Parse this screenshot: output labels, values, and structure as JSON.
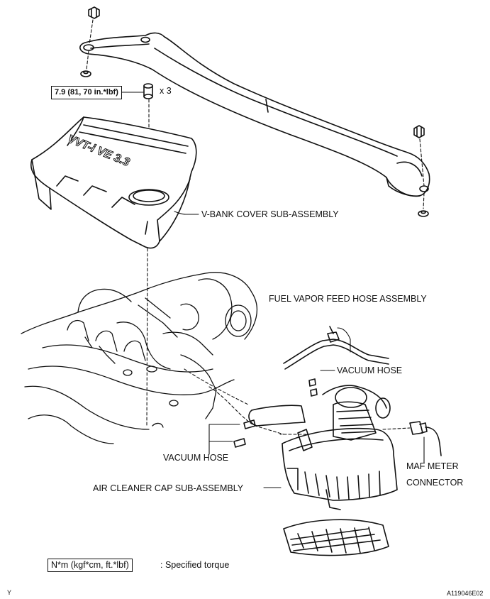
{
  "labels": {
    "torque_box": "7.9 (81, 70 in.*lbf)",
    "qty": "x 3",
    "v_bank_cover": "V-BANK COVER SUB-ASSEMBLY",
    "fuel_vapor_hose": "FUEL VAPOR FEED HOSE ASSEMBLY",
    "vacuum_hose_upper": "VACUUM HOSE",
    "vacuum_hose_lower": "VACUUM HOSE",
    "maf_meter_line1": "MAF METER",
    "maf_meter_line2": "CONNECTOR",
    "air_cleaner_cap": "AIR CLEANER CAP SUB-ASSEMBLY",
    "cover_emblem": "VVT-i VE 3.3"
  },
  "legend": {
    "unit_box": "N*m (kgf*cm, ft.*lbf)",
    "description": ": Specified torque"
  },
  "footer": {
    "left_mark": "Y",
    "figure_id": "A119046E02"
  }
}
